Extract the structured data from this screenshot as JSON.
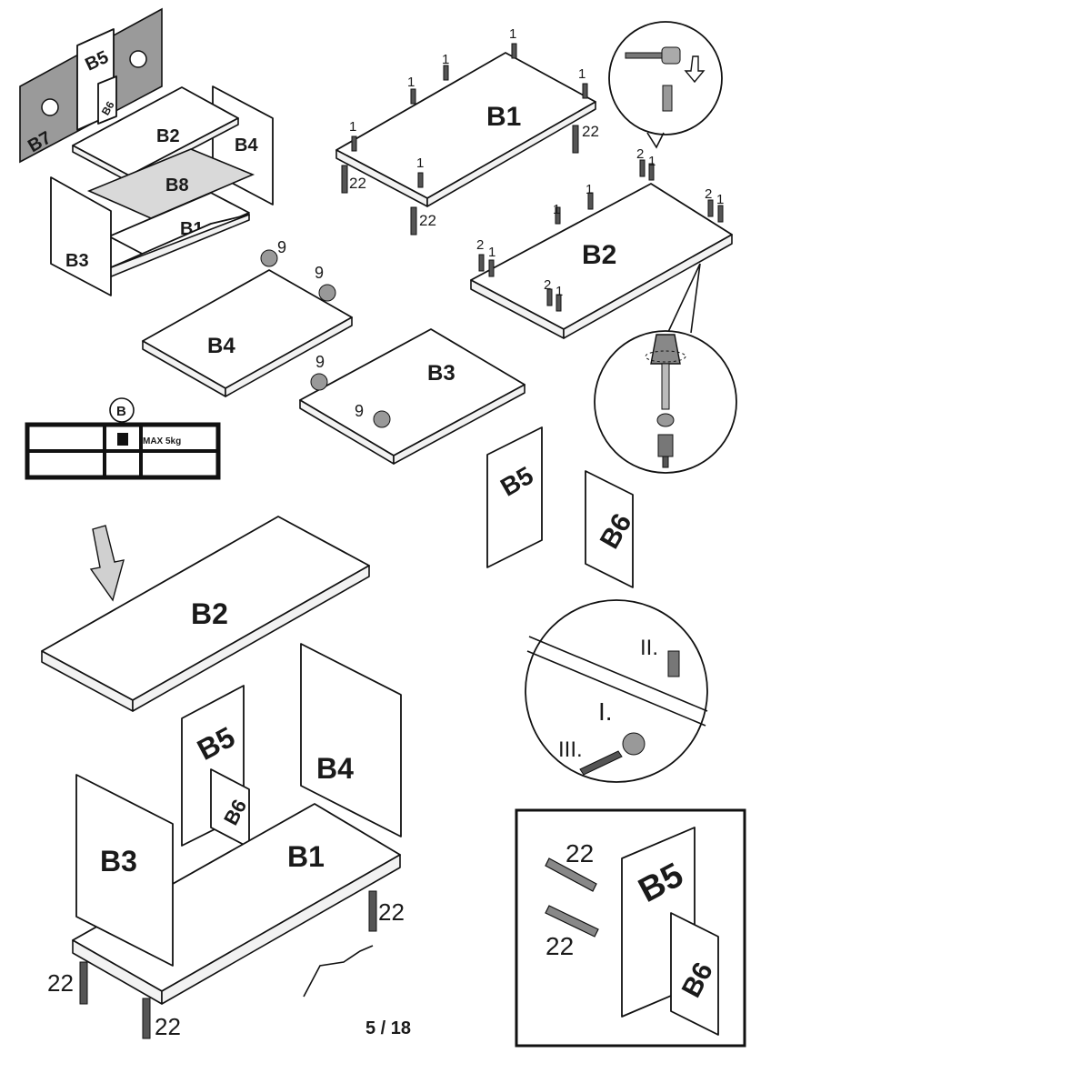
{
  "parts": {
    "b1": "B1",
    "b2": "B2",
    "b3": "B3",
    "b4": "B4",
    "b5": "B5",
    "b6": "B6",
    "b7": "B7",
    "b8": "B8"
  },
  "hardware": {
    "dowel": "1",
    "cam_pin": "2",
    "cam_lock": "9",
    "screw_leg": "22"
  },
  "steps": {
    "step1": "I.",
    "step2": "II.",
    "step3": "III."
  },
  "shelf_icon": {
    "callout": "B",
    "max_load": "MAX 5kg"
  },
  "page_number": "5 / 18"
}
